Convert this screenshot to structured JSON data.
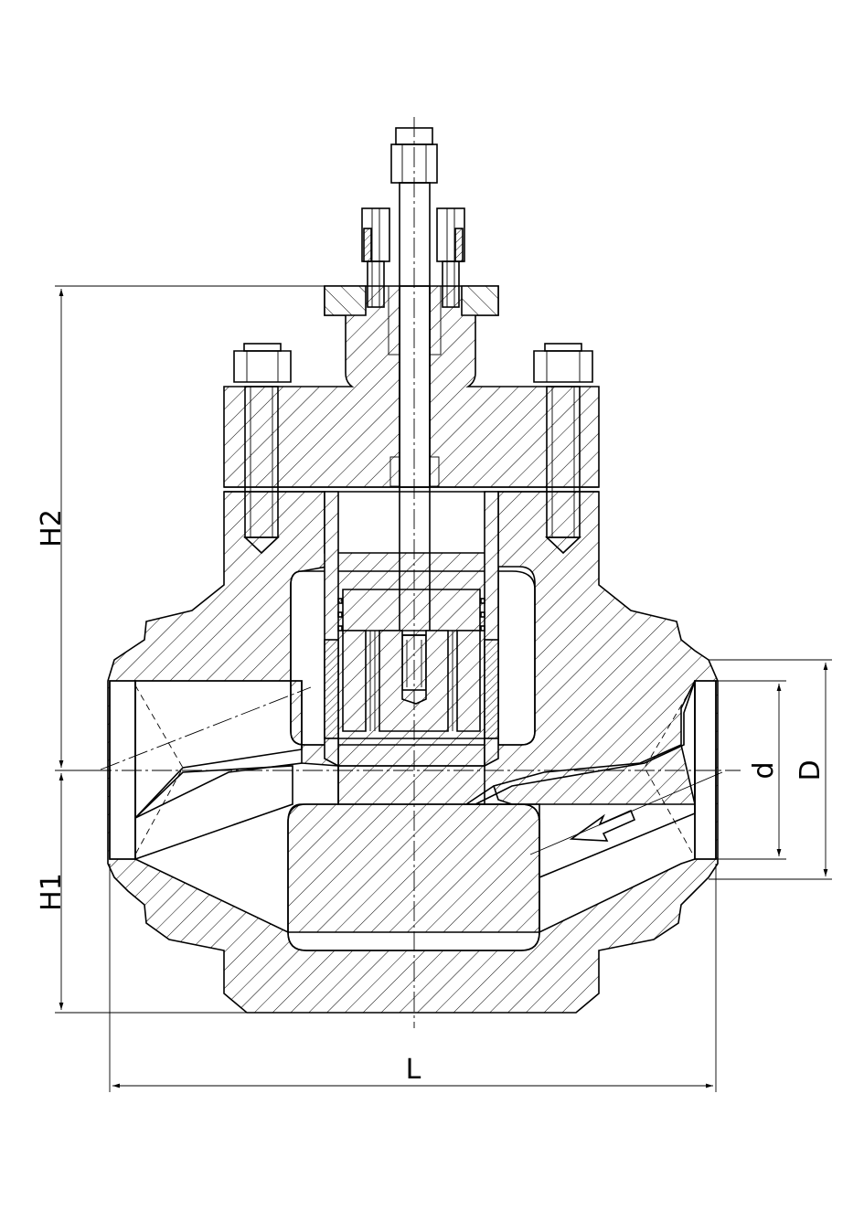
{
  "drawing": {
    "dimensions": {
      "h2": "H2",
      "h1": "H1",
      "l": "L",
      "d_small": "d",
      "d_large": "D"
    }
  }
}
